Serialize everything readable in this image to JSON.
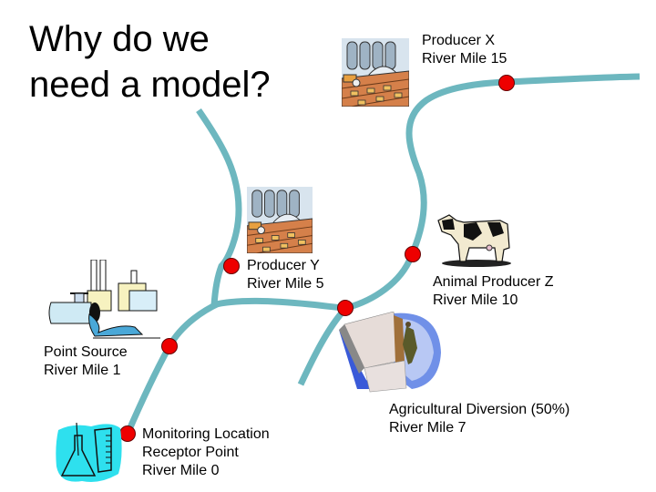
{
  "title": {
    "line1": "Why do we",
    "line2": "need a model?"
  },
  "colors": {
    "river": "#6db7bf",
    "point": "#ee0000"
  },
  "locations": [
    {
      "id": "producer-x",
      "name": "Producer X",
      "mile": "River Mile 15",
      "icon": "factory-farm-icon"
    },
    {
      "id": "producer-y",
      "name": "Producer Y",
      "mile": "River Mile 5",
      "icon": "factory-farm-icon"
    },
    {
      "id": "animal-producer-z",
      "name": "Animal Producer Z",
      "mile": "River Mile 10",
      "icon": "cow-icon"
    },
    {
      "id": "point-source",
      "name": "Point Source",
      "mile": "River Mile 1",
      "icon": "industrial-outfall-icon"
    },
    {
      "id": "agricultural-diversion",
      "name": "Agricultural Diversion (50%)",
      "mile": "River Mile 7",
      "icon": "dam-gate-icon"
    },
    {
      "id": "monitoring-location",
      "name": "Monitoring Location",
      "name2": "Receptor Point",
      "mile": "River Mile 0",
      "icon": "lab-flask-icon"
    }
  ]
}
